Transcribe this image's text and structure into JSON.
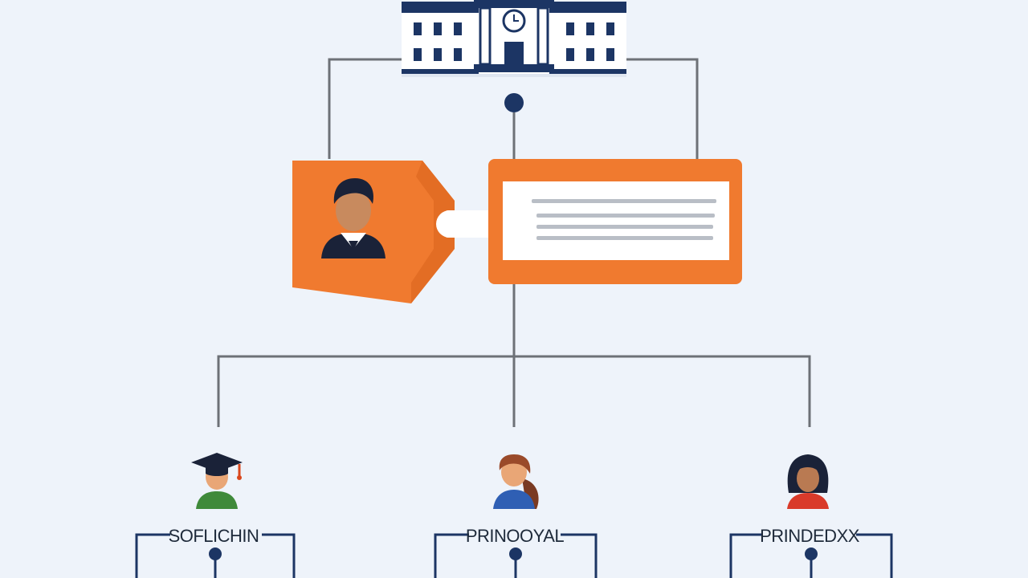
{
  "colors": {
    "background": "#eef3fa",
    "accent_orange": "#f07a2f",
    "navy": "#1c3564",
    "connector_gray": "#6d7177",
    "text_dark": "#1e2a3a"
  },
  "top_node": {
    "icon": "school-building-icon"
  },
  "middle": {
    "person_icon": "administrator-avatar-icon",
    "text_panel_lines": [
      "",
      "",
      ""
    ]
  },
  "bottom_nodes": [
    {
      "label": "SOFLICHIN",
      "icon": "graduate-avatar-icon"
    },
    {
      "label": "PRINOOYAL",
      "icon": "woman-avatar-icon"
    },
    {
      "label": "PRINDEDXX",
      "icon": "woman-curly-hair-avatar-icon"
    }
  ]
}
